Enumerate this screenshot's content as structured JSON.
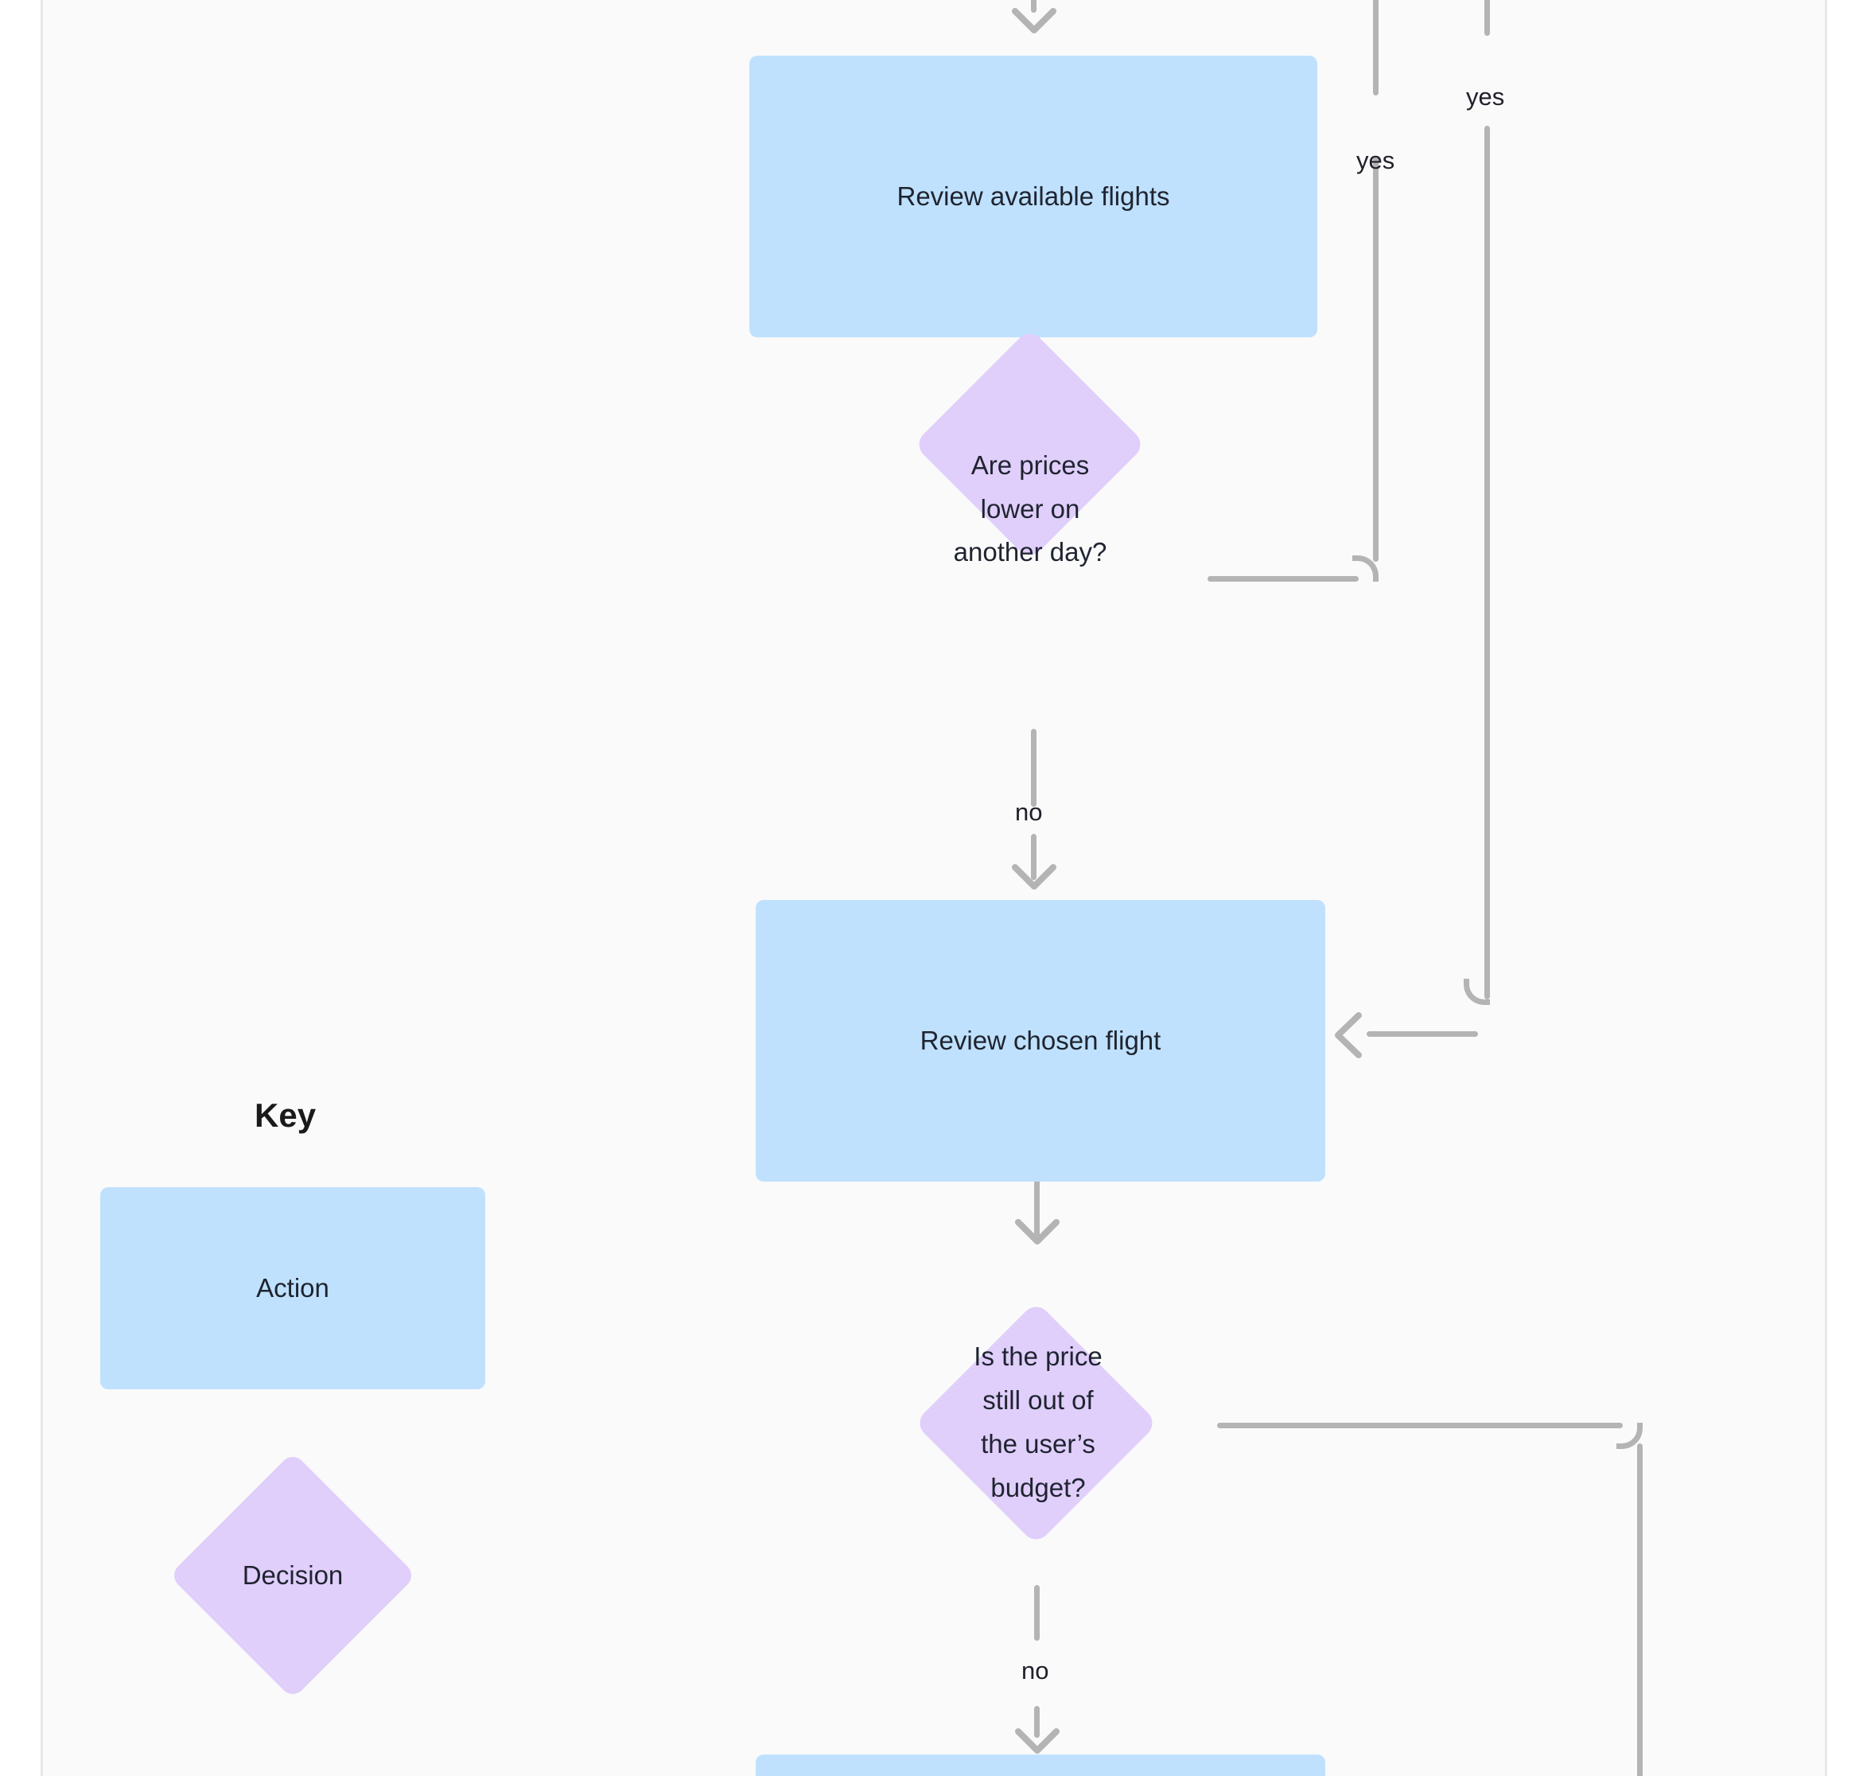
{
  "diagram": {
    "type": "flowchart",
    "title_visible": false,
    "colors": {
      "action_fill": "#bfe1fd",
      "decision_fill": "#e0cefb",
      "connector": "#b4b4b4",
      "canvas": "#fafafa",
      "text": "#1f2430"
    },
    "nodes": [
      {
        "id": "review-available-flights",
        "shape": "action",
        "label": "Review available flights"
      },
      {
        "id": "are-prices-lower",
        "shape": "decision",
        "label": "Are prices\nlower on\nanother day?"
      },
      {
        "id": "review-chosen-flight",
        "shape": "action",
        "label": "Review chosen flight"
      },
      {
        "id": "is-price-out-of-budget",
        "shape": "decision",
        "label": "Is the price\nstill out of\nthe user’s\nbudget?"
      }
    ],
    "edge_labels": {
      "yes_inner": "yes",
      "yes_outer": "yes",
      "no_prices": "no",
      "no_budget": "no"
    }
  },
  "key": {
    "title": "Key",
    "action_label": "Action",
    "decision_label": "Decision"
  }
}
